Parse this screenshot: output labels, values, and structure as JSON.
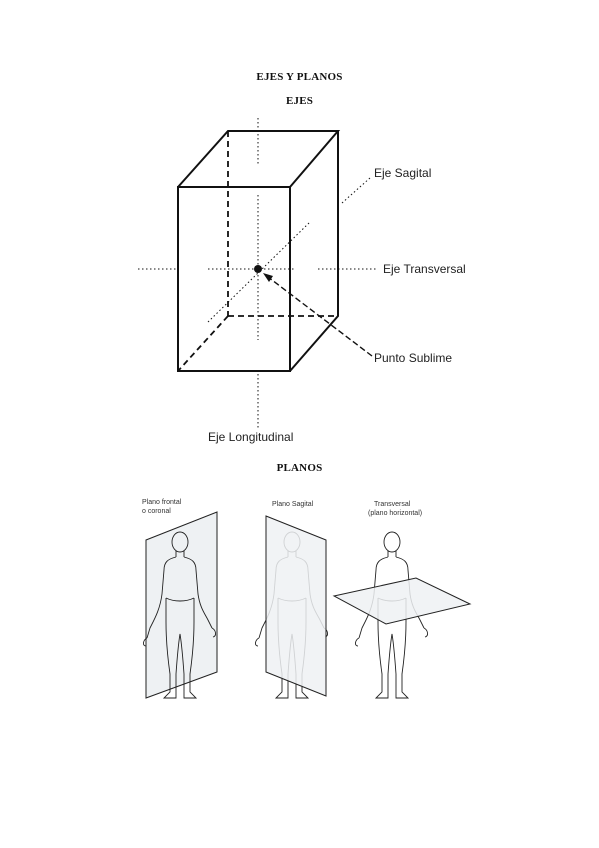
{
  "headings": {
    "title": "EJES Y PLANOS",
    "ejes": "EJES",
    "planos": "PLANOS"
  },
  "axes_diagram": {
    "labels": {
      "sagital": "Eje Sagital",
      "transversal": "Eje Transversal",
      "punto": "Punto Sublime",
      "longitudinal": "Eje Longitudinal"
    }
  },
  "planes_diagram": {
    "frontal": [
      "Plano frontal",
      "o coronal"
    ],
    "sagital": [
      "Plano Sagital"
    ],
    "transversal": [
      "Transversal",
      "(plano horizontal)"
    ]
  }
}
